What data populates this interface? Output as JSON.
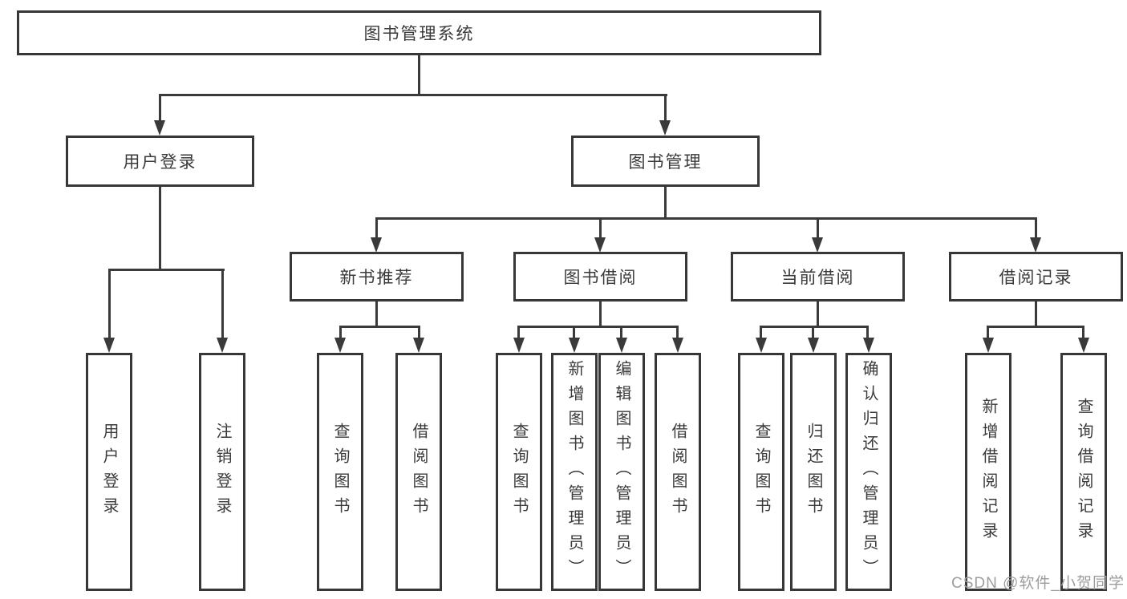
{
  "tree": {
    "root": {
      "label": "图书管理系统"
    },
    "children": [
      {
        "label": "用户登录",
        "children": [
          {
            "label": "用户登录"
          },
          {
            "label": "注销登录"
          }
        ]
      },
      {
        "label": "图书管理",
        "children": [
          {
            "label": "新书推荐",
            "children": [
              {
                "label": "查询图书"
              },
              {
                "label": "借阅图书"
              }
            ]
          },
          {
            "label": "图书借阅",
            "children": [
              {
                "label": "查询图书"
              },
              {
                "label": "新增图书（管理员）"
              },
              {
                "label": "编辑图书（管理员）"
              },
              {
                "label": "借阅图书"
              }
            ]
          },
          {
            "label": "当前借阅",
            "children": [
              {
                "label": "查询图书"
              },
              {
                "label": "归还图书"
              },
              {
                "label": "确认归还（管理员）"
              }
            ]
          },
          {
            "label": "借阅记录",
            "children": [
              {
                "label": "新增借阅记录"
              },
              {
                "label": "查询借阅记录"
              }
            ]
          }
        ]
      }
    ]
  },
  "watermark": {
    "text": "CSDN @软件_小贺同学"
  },
  "colors": {
    "line": "#3a3a3a",
    "border": "#373737",
    "text": "#3a3a3a",
    "watermark_text": "#9d9d9d",
    "background": "#ffffff"
  }
}
